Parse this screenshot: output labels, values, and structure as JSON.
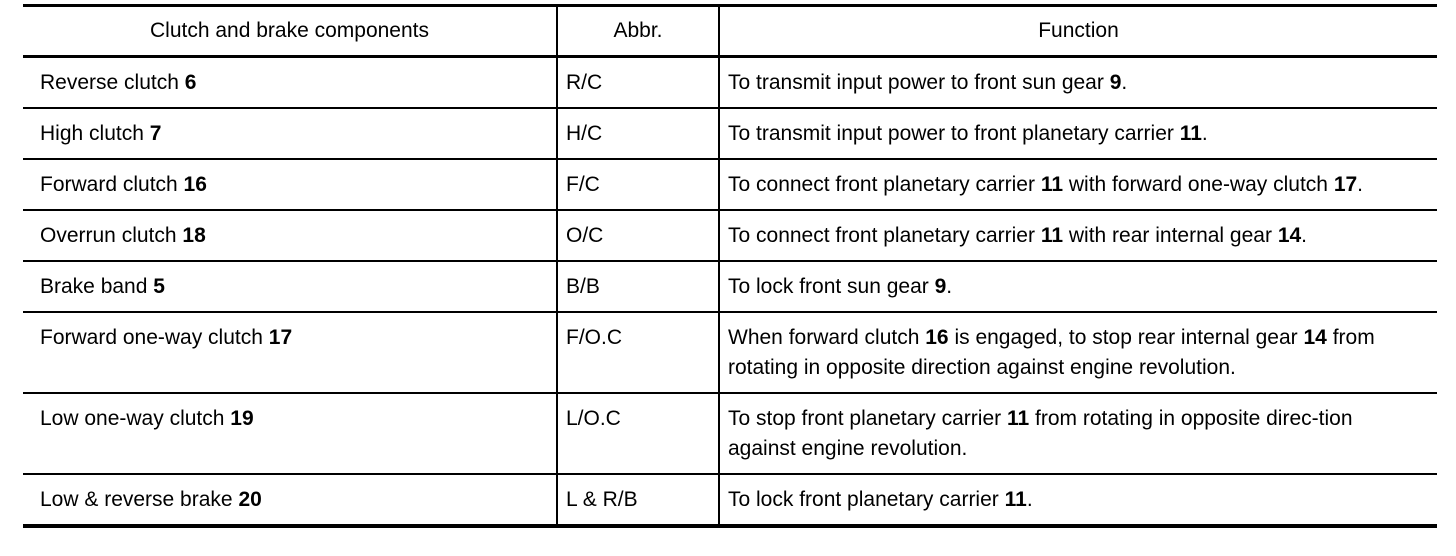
{
  "table": {
    "headers": [
      "Clutch and brake components",
      "Abbr.",
      "Function"
    ],
    "rows": [
      {
        "component": [
          {
            "t": "Reverse clutch "
          },
          {
            "t": "6",
            "b": true
          }
        ],
        "abbr": "R/C",
        "function": [
          {
            "t": "To transmit input power to front sun gear "
          },
          {
            "t": "9",
            "b": true
          },
          {
            "t": "."
          }
        ]
      },
      {
        "component": [
          {
            "t": "High clutch "
          },
          {
            "t": "7",
            "b": true
          }
        ],
        "abbr": "H/C",
        "function": [
          {
            "t": "To transmit input power to front planetary carrier "
          },
          {
            "t": "11",
            "b": true
          },
          {
            "t": "."
          }
        ]
      },
      {
        "component": [
          {
            "t": "Forward clutch "
          },
          {
            "t": "16",
            "b": true
          }
        ],
        "abbr": "F/C",
        "function": [
          {
            "t": "To connect front planetary carrier "
          },
          {
            "t": "11",
            "b": true
          },
          {
            "t": " with forward one-way clutch "
          },
          {
            "t": "17",
            "b": true
          },
          {
            "t": "."
          }
        ]
      },
      {
        "component": [
          {
            "t": "Overrun clutch "
          },
          {
            "t": "18",
            "b": true
          }
        ],
        "abbr": "O/C",
        "function": [
          {
            "t": "To connect front planetary carrier "
          },
          {
            "t": "11",
            "b": true
          },
          {
            "t": " with rear internal gear "
          },
          {
            "t": "14",
            "b": true
          },
          {
            "t": "."
          }
        ]
      },
      {
        "component": [
          {
            "t": "Brake band "
          },
          {
            "t": "5",
            "b": true
          }
        ],
        "abbr": "B/B",
        "function": [
          {
            "t": "To lock front sun gear "
          },
          {
            "t": "9",
            "b": true
          },
          {
            "t": "."
          }
        ]
      },
      {
        "component": [
          {
            "t": "Forward one-way clutch "
          },
          {
            "t": "17",
            "b": true
          }
        ],
        "abbr": "F/O.C",
        "function": [
          {
            "t": "When forward clutch "
          },
          {
            "t": "16",
            "b": true
          },
          {
            "t": " is engaged, to stop rear internal gear "
          },
          {
            "t": "14",
            "b": true
          },
          {
            "t": " from rotating in opposite direction against engine revolution."
          }
        ]
      },
      {
        "component": [
          {
            "t": "Low one-way clutch "
          },
          {
            "t": "19",
            "b": true
          }
        ],
        "abbr": "L/O.C",
        "function": [
          {
            "t": "To stop front planetary carrier "
          },
          {
            "t": "11",
            "b": true
          },
          {
            "t": " from rotating in opposite direc-tion against engine revolution."
          }
        ]
      },
      {
        "component": [
          {
            "t": "Low & reverse brake "
          },
          {
            "t": "20",
            "b": true
          }
        ],
        "abbr": "L & R/B",
        "function": [
          {
            "t": "To lock front planetary carrier "
          },
          {
            "t": "11",
            "b": true
          },
          {
            "t": "."
          }
        ]
      }
    ]
  }
}
